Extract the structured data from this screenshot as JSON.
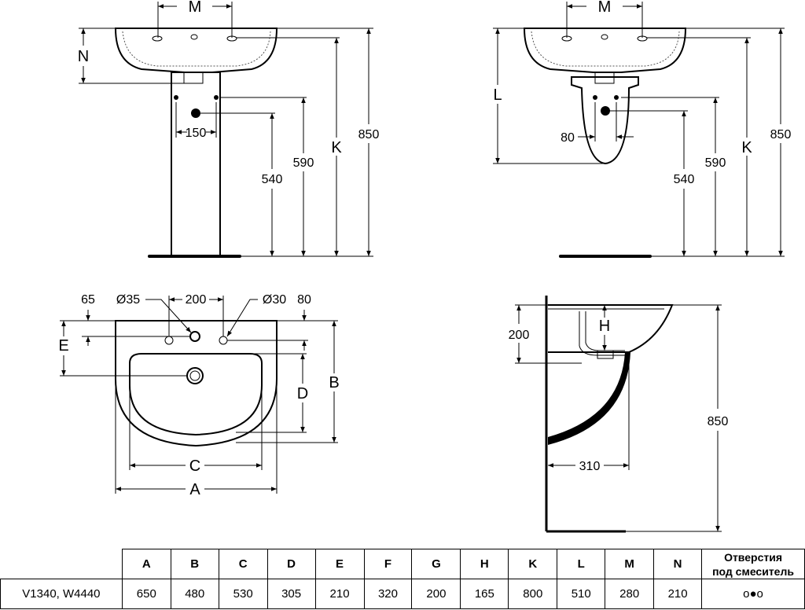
{
  "diagram": {
    "pedestal_front": {
      "dim_top": "M",
      "dim_left": "N",
      "dim_150": "150",
      "dim_540": "540",
      "dim_590": "590",
      "dim_k": "K",
      "dim_850": "850"
    },
    "wall_hung_front": {
      "dim_top": "M",
      "dim_left": "L",
      "dim_80": "80",
      "dim_540": "540",
      "dim_590": "590",
      "dim_k": "K",
      "dim_850": "850"
    },
    "top_view": {
      "d65": "65",
      "hole35": "Ø35",
      "d200": "200",
      "hole30": "Ø30",
      "d80": "80",
      "dim_e": "E",
      "dim_d": "D",
      "dim_b": "B",
      "dim_c": "C",
      "dim_a": "A"
    },
    "side_view": {
      "d200": "200",
      "dim_h": "H",
      "d850": "850",
      "d310": "310"
    }
  },
  "table": {
    "headers": [
      "A",
      "B",
      "C",
      "D",
      "E",
      "F",
      "G",
      "H",
      "K",
      "L",
      "M",
      "N"
    ],
    "holes_header_line1": "Отверстия",
    "holes_header_line2": "под смеситель",
    "row_label": "V1340, W4440",
    "values": [
      "650",
      "480",
      "530",
      "305",
      "210",
      "320",
      "200",
      "165",
      "800",
      "510",
      "280",
      "210"
    ],
    "holes_symbol": "o●o"
  }
}
